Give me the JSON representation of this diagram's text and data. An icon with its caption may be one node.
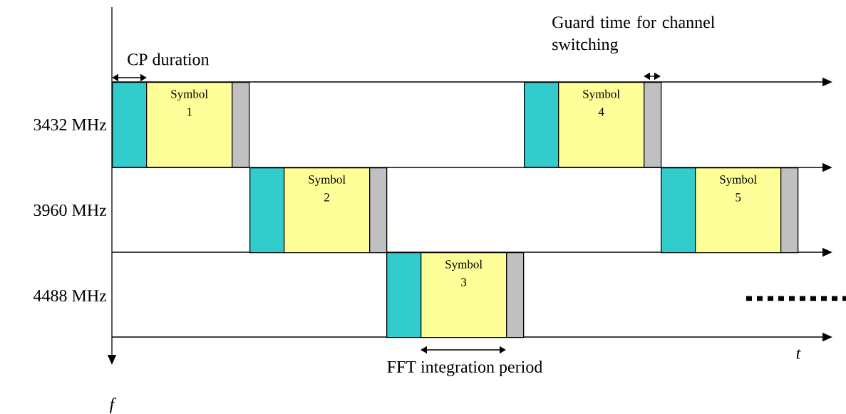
{
  "diagram": {
    "nodes": [
      {
        "text": [],
        "shape": "box"
      },
      {
        "text": [
          "Symbol 1"
        ]
      },
      {
        "text": [],
        "shape": "box"
      },
      {
        "text": [],
        "shape": "box"
      },
      {
        "text": [
          "Symbol 4"
        ]
      },
      {
        "text": [],
        "shape": "box"
      },
      {
        "text": [],
        "shape": "box"
      },
      {
        "text": [
          "Symbol 2"
        ]
      },
      {
        "text": [],
        "shape": "box"
      },
      {
        "text": [],
        "shape": "box"
      },
      {
        "text": [
          "Symbol 5"
        ]
      },
      {
        "text": [],
        "shape": "box"
      },
      {
        "text": [],
        "shape": "box"
      },
      {
        "text": [
          "Symbol 3"
        ]
      },
      {
        "text": [],
        "shape": "box"
      }
    ],
    "labels": [
      "Guard time for channel switching",
      "CP duration",
      "3432 MHz",
      "3960 MHz",
      "4488 MHz",
      "t",
      "FFT integration period",
      "f"
    ]
  }
}
